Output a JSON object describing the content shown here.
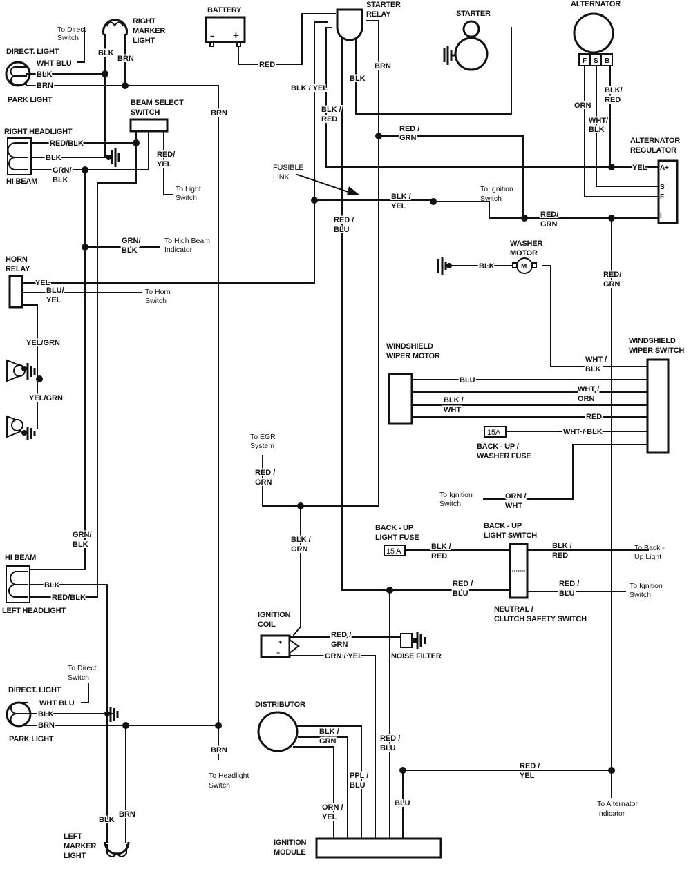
{
  "diagram": {
    "title": "Wiring diagram",
    "components": {
      "right_marker_light": [
        "RIGHT",
        "MARKER",
        "LIGHT"
      ],
      "battery": "BATTERY",
      "battery_minus": "−",
      "battery_plus": "+",
      "starter_relay": [
        "STARTER",
        "RELAY"
      ],
      "starter": "STARTER",
      "alternator": "ALTERNATOR",
      "alternator_terminals": [
        "F",
        "S",
        "B"
      ],
      "alternator_regulator": [
        "ALTERNATOR",
        "REGULATOR"
      ],
      "regulator_terminals": [
        "A+",
        "S",
        "F",
        "I"
      ],
      "direct_light_top": "DIRECT. LIGHT",
      "park_light_top": "PARK LIGHT",
      "beam_select_switch": [
        "BEAM SELECT",
        "SWITCH"
      ],
      "right_headlight": "RIGHT HEADLIGHT",
      "hi_beam_right": "HI BEAM",
      "fusible_link": [
        "FUSIBLE",
        "LINK"
      ],
      "washer_motor": [
        "WASHER",
        "MOTOR"
      ],
      "washer_motor_symbol": "M",
      "horn_relay": [
        "HORN",
        "RELAY"
      ],
      "windshield_wiper_motor": [
        "WINDSHIELD",
        "WIPER MOTOR"
      ],
      "windshield_wiper_switch": [
        "WINDSHIELD",
        "WIPER SWITCH"
      ],
      "backup_washer_fuse": [
        "BACK  - UP /",
        "WASHER FUSE"
      ],
      "backup_washer_fuse_rating": "15A",
      "backup_light_fuse": [
        "BACK - UP",
        "LIGHT FUSE"
      ],
      "backup_light_fuse_rating": "15 A",
      "backup_light_switch": [
        "BACK - UP",
        "LIGHT SWITCH"
      ],
      "neutral_clutch_switch": [
        "NEUTRAL /",
        "CLUTCH SAFETY SWITCH"
      ],
      "hi_beam_left": "HI BEAM",
      "left_headlight": "LEFT HEADLIGHT",
      "ignition_coil": [
        "IGNITION",
        "COIL"
      ],
      "coil_plus": "+",
      "coil_minus": "−",
      "noise_filter": "NOISE FILTER",
      "distributor": "DISTRIBUTOR",
      "ignition_module": [
        "IGNITION",
        "MODULE"
      ],
      "direct_light_bottom": "DIRECT. LIGHT",
      "park_light_bottom": "PARK LIGHT",
      "left_marker_light": [
        "LEFT",
        "MARKER",
        "LIGHT"
      ]
    },
    "notes": {
      "to_direct_switch_top": [
        "To Direct",
        "Switch"
      ],
      "to_light_switch": [
        "To Light",
        "Switch"
      ],
      "to_ignition_switch_1": [
        "To Ignition",
        "Switch"
      ],
      "to_high_beam_indicator": [
        "To High Beam",
        "Indicator"
      ],
      "to_horn_switch": [
        "To Horn",
        "Switch"
      ],
      "to_egr_system": [
        "To EGR",
        "System"
      ],
      "to_ignition_switch_2": [
        "To Ignition",
        "Switch"
      ],
      "to_back_up_light": [
        "To Back -",
        "Up Light"
      ],
      "to_ignition_switch_3": [
        "To Ignition",
        "Switch"
      ],
      "to_direct_switch_bottom": [
        "To Direct",
        "Switch"
      ],
      "to_headlight_switch": [
        "To Headlight",
        "Switch"
      ],
      "to_alternator_indicator": [
        "To Alternator",
        "Indicator"
      ]
    },
    "wires": {
      "rml_blk": "BLK",
      "rml_brn": "BRN",
      "dl_wht_blu": "WHT  BLU",
      "dl_blk": "BLK",
      "dl_brn": "BRN",
      "brn_vertical": "BRN",
      "battery_red": "RED",
      "relay_blk_yel": "BLK / YEL",
      "relay_blk_red": [
        "BLK /",
        "RED"
      ],
      "relay_blk": "BLK",
      "relay_brn": "BRN",
      "red_grn_top": [
        "RED /",
        "GRN"
      ],
      "alt_orn": "ORN",
      "alt_wht_blk": [
        "WHT/",
        "BLK"
      ],
      "alt_blk_red": [
        "BLK/",
        "RED"
      ],
      "reg_yel": "YEL",
      "rh_red_blk": "RED/BLK",
      "rh_blk": "BLK",
      "rh_grn_blk": [
        "GRN/",
        "BLK"
      ],
      "beam_red_yel": [
        "RED/",
        "YEL"
      ],
      "fusible_blk_yel": [
        "BLK /",
        "YEL"
      ],
      "red_blu_center": [
        "RED /",
        "BLU"
      ],
      "reg_red_grn": [
        "RED/",
        "GRN"
      ],
      "hb_grn_blk": [
        "GRN/",
        "BLK"
      ],
      "washer_blk": "BLK",
      "alt_red_grn_vertical": [
        "RED/",
        "GRN"
      ],
      "horn_yel": "YEL",
      "horn_blu_yel": [
        "BLU/",
        "YEL"
      ],
      "horn_yel_grn_1": "YEL/GRN",
      "horn_yel_grn_2": "YEL/GRN",
      "wiper_wht_blk": [
        "WHT /",
        "BLK"
      ],
      "wiper_blu": "BLU",
      "wiper_wht_orn": [
        "WHT /",
        "ORN"
      ],
      "wiper_blk_wht": [
        "BLK /",
        "WHT"
      ],
      "wiper_red": "RED",
      "fuse_wht_blk": "WHT / BLK",
      "egr_red_grn": [
        "RED /",
        "GRN"
      ],
      "ign_orn_wht": [
        "ORN /",
        "WHT"
      ],
      "coil_blk_grn": [
        "BLK /",
        "GRN"
      ],
      "bul_fuse_blk_red": [
        "BLK /",
        "RED"
      ],
      "bul_out_blk_red": [
        "BLK /",
        "RED"
      ],
      "lh_grn_blk": [
        "GRN/",
        "BLK"
      ],
      "nss_red_blu_in": [
        "RED /",
        "BLU"
      ],
      "nss_red_blu_out": [
        "RED /",
        "BLU"
      ],
      "lh_blk": "BLK",
      "lh_red_blk": "RED/BLK",
      "coil_red_grn": [
        "RED /",
        "GRN"
      ],
      "coil_grn_yel": "GRN / YEL",
      "dl2_wht_blu": "WHT  BLU",
      "dl2_blk": "BLK",
      "dl2_brn": "BRN",
      "dist_blk_grn": [
        "BLK /",
        "GRN"
      ],
      "module_red_blu": [
        "RED /",
        "BLU"
      ],
      "to_headlight_brn": "BRN",
      "alt_ind_red_yel": [
        "RED /",
        "YEL"
      ],
      "module_ppl_blu": [
        "PPL /",
        "BLU"
      ],
      "module_blu": "BLU",
      "module_orn_yel": [
        "ORN /",
        "YEL"
      ],
      "lml_blk": "BLK",
      "lml_brn": "BRN"
    }
  }
}
